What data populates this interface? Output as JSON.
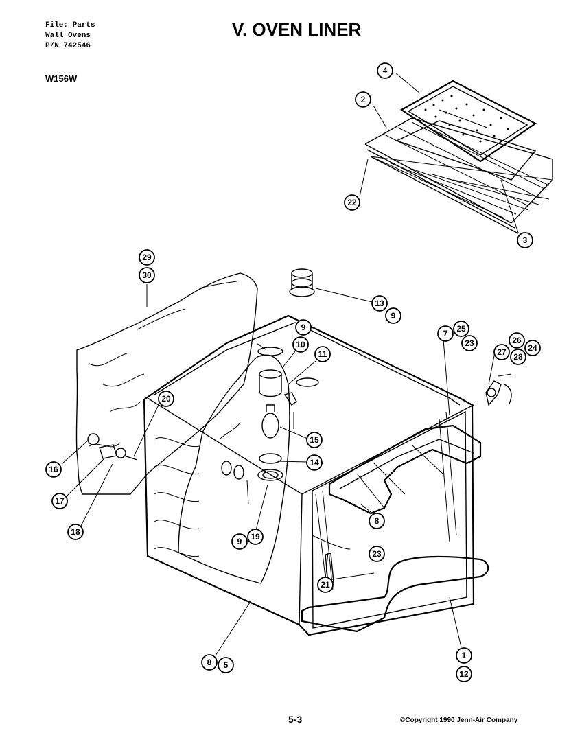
{
  "header": {
    "file_line": "File: Parts",
    "category_line": "Wall Ovens",
    "part_number_line": "P/N 742546",
    "title": "V. OVEN LINER",
    "model": "W156W"
  },
  "footer": {
    "page": "5-3",
    "copyright": "©Copyright 1990 Jenn-Air Company"
  },
  "callouts": {
    "c4": "4",
    "c2": "2",
    "c22": "22",
    "c3": "3",
    "c29": "29",
    "c30": "30",
    "c13": "13",
    "c9a": "9",
    "c9b": "9",
    "c10": "10",
    "c11": "11",
    "c7": "7",
    "c25": "25",
    "c23a": "23",
    "c26": "26",
    "c24": "24",
    "c27": "27",
    "c28": "28",
    "c20": "20",
    "c15": "15",
    "c14": "14",
    "c16": "16",
    "c17": "17",
    "c18": "18",
    "c9c": "9",
    "c19": "19",
    "c8a": "8",
    "c23b": "23",
    "c21": "21",
    "c8b": "8",
    "c5": "5",
    "c1": "1",
    "c12": "12"
  }
}
